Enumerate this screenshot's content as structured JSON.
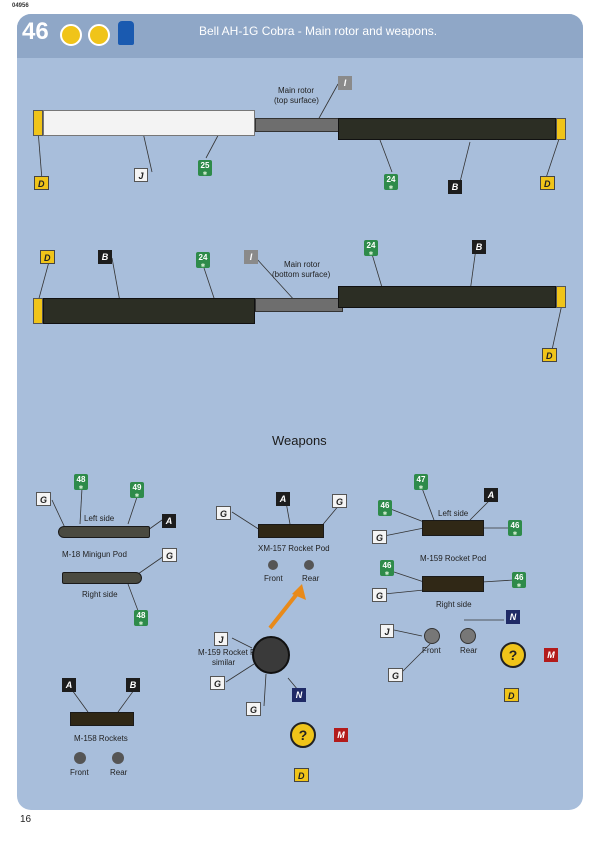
{
  "page": {
    "doc_code": "04956",
    "step_number": "46",
    "title": "Bell AH-1G Cobra - Main rotor and weapons.",
    "page_number": "16",
    "header_icons": [
      "glue-icon",
      "decal-icon",
      "paint-bottle-icon"
    ]
  },
  "colors": {
    "panel": "#a8bedb",
    "header": "#8fa7c7",
    "rotor_dark": "#2c2e24",
    "rotor_light": "#f3f3f3",
    "tip_yellow": "#f0c419",
    "decal_green": "#2e8b4a"
  },
  "rotor_top": {
    "label_line1": "Main rotor",
    "label_line2": "(top surface)",
    "color_refs": {
      "left_tip": "D",
      "right_tip": "D",
      "hub": "I",
      "light_blade": "J",
      "dark_blade": "B"
    },
    "decals": [
      "25",
      "24"
    ]
  },
  "rotor_bottom": {
    "label_line1": "Main rotor",
    "label_line2": "(bottom surface)",
    "color_refs": {
      "left_tip": "D",
      "right_tip": "D",
      "hub": "I",
      "left_blade": "B",
      "right_blade": "B"
    },
    "decals": [
      "24",
      "24"
    ]
  },
  "weapons": {
    "heading": "Weapons",
    "minigun": {
      "left_label": "Left side",
      "name": "M-18 Minigun Pod",
      "right_label": "Right side",
      "refs": {
        "nose_left": "G",
        "body_left": "A",
        "nose_right": "G"
      },
      "decals": [
        "48",
        "49",
        "48"
      ]
    },
    "xm157": {
      "name": "XM-157 Rocket Pod",
      "front": "Front",
      "rear": "Rear",
      "refs": {
        "left": "G",
        "center": "A",
        "right": "G"
      }
    },
    "m159": {
      "left_label": "Left side",
      "name": "M-159 Rocket Pod",
      "right_label": "Right side",
      "front": "Front",
      "rear": "Rear",
      "refs": {
        "top_g": "G",
        "top_a": "A",
        "bottom_g": "G",
        "front_j": "J",
        "front_g": "G"
      },
      "decals": [
        "47",
        "46",
        "46",
        "46",
        "46"
      ],
      "compass": {
        "n": "N",
        "m": "M",
        "d": "D",
        "q": "?"
      }
    },
    "m159_similar": {
      "line1": "M-159 Rocket Pod",
      "line2": "similar",
      "refs": {
        "j": "J",
        "g1": "G",
        "g2": "G"
      },
      "compass": {
        "n": "N",
        "m": "M",
        "d": "D",
        "q": "?"
      }
    },
    "m158": {
      "name": "M-158 Rockets",
      "front": "Front",
      "rear": "Rear",
      "refs": {
        "a": "A",
        "b": "B"
      }
    }
  }
}
